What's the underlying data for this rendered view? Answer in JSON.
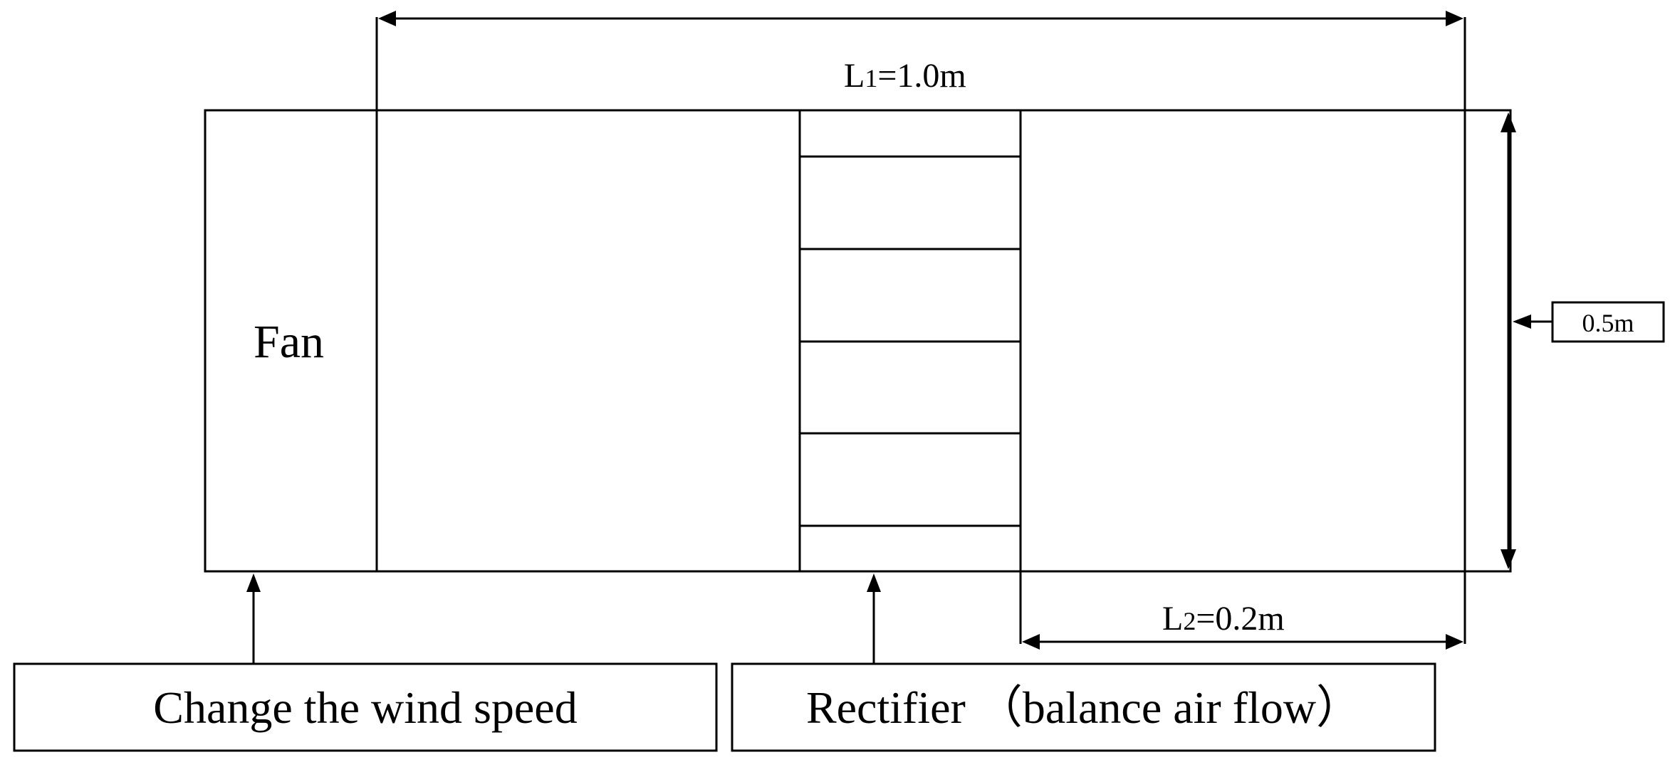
{
  "diagram": {
    "fan_label": "Fan",
    "length_l1": {
      "symbol": "L",
      "subscript": "1",
      "value": "=1.0m"
    },
    "length_l2": {
      "symbol": "L",
      "subscript": "2",
      "value": "=0.2m"
    },
    "height_label": "0.5m",
    "caption_fan": "Change the wind speed",
    "caption_rectifier": "Rectifier （balance air flow）"
  }
}
